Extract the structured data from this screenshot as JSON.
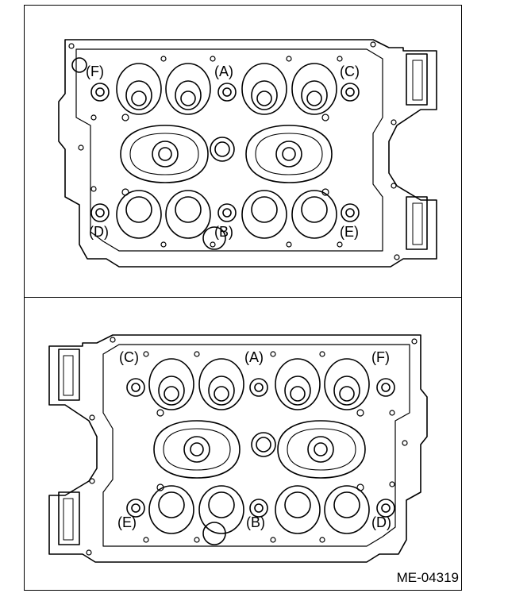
{
  "figure_code": "ME-04319",
  "labels": {
    "A": "(A)",
    "B": "(B)",
    "C": "(C)",
    "D": "(D)",
    "E": "(E)",
    "F": "(F)"
  }
}
